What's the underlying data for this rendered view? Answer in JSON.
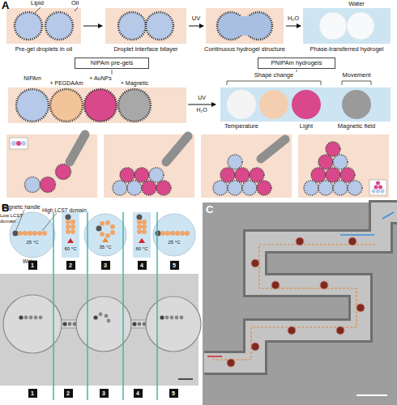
{
  "diagram": {
    "nodes": [
      {
        "text": [
          "NIPAm pre-gels"
        ]
      },
      {
        "text": [
          "PNIPAm hydrogels"
        ]
      },
      {
        "text": [
          "1"
        ]
      },
      {
        "text": [
          "2"
        ]
      },
      {
        "text": [
          "3"
        ]
      },
      {
        "text": [
          "4"
        ]
      },
      {
        "text": [
          "5"
        ]
      },
      {
        "text": [
          "1"
        ]
      },
      {
        "text": [
          "2"
        ]
      },
      {
        "text": [
          "3"
        ]
      },
      {
        "text": [
          "4"
        ]
      },
      {
        "text": [
          "5"
        ]
      }
    ],
    "labels": [
      "A",
      "Lipid",
      "Oil",
      "UV",
      "H₂O",
      "Water",
      "Pre-gel droplets in oil",
      "Droplet interface bilayer",
      "Continuous hydrogel structure",
      "Phase-transferred hydrogel",
      "NIPAm",
      "+ PEGDAAm",
      "+ AuNPs",
      "+ Magnetic",
      "UV",
      "H₂O",
      "Shape change",
      "Movement",
      "Temperature",
      "Light",
      "Magnetic field",
      "B",
      "Magnetic handle",
      "High LCST domain",
      "Low LCST domain",
      "Water",
      "25 °C",
      "60 °C",
      "35 °C",
      "60 °C",
      "25 °C",
      "C"
    ]
  }
}
